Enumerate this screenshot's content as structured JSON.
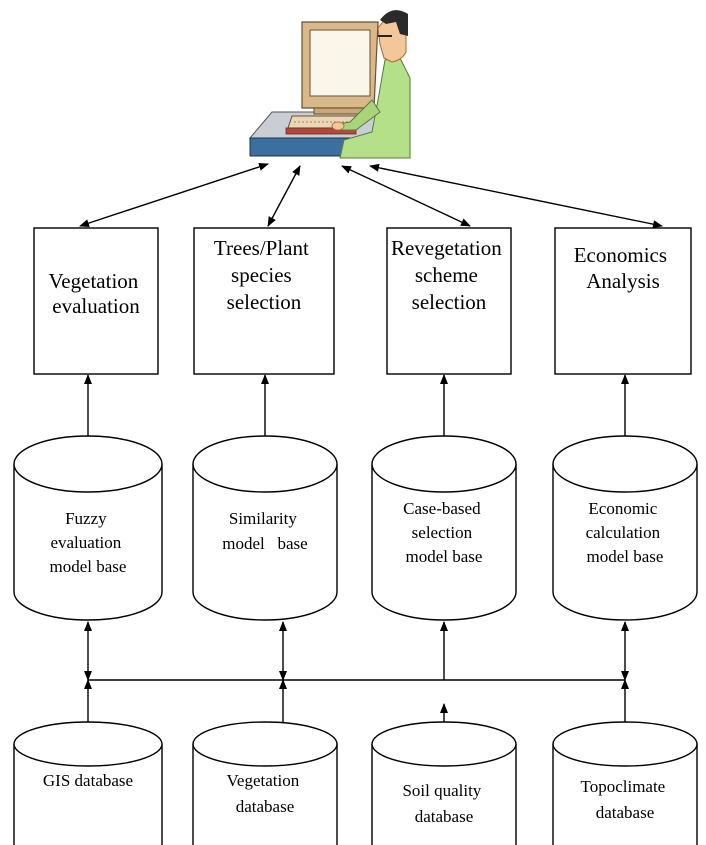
{
  "modules": [
    {
      "lines": [
        "Vegetation",
        "evaluation"
      ]
    },
    {
      "lines": [
        "Trees/Plant",
        "species",
        "selection"
      ]
    },
    {
      "lines": [
        "Revegetation",
        "scheme",
        "selection"
      ]
    },
    {
      "lines": [
        "Economics",
        "Analysis"
      ]
    }
  ],
  "model_bases": [
    {
      "lines": [
        "Fuzzy",
        "evaluation",
        "model base"
      ]
    },
    {
      "lines": [
        "Similarity",
        "model   base"
      ]
    },
    {
      "lines": [
        "Case-based",
        "selection",
        "model base"
      ]
    },
    {
      "lines": [
        "Economic",
        "calculation",
        "model base"
      ]
    }
  ],
  "databases": [
    {
      "lines": [
        "GIS database"
      ]
    },
    {
      "lines": [
        "Vegetation",
        "database"
      ]
    },
    {
      "lines": [
        "Soil quality",
        "database"
      ]
    },
    {
      "lines": [
        "Topoclimate",
        "database"
      ]
    }
  ],
  "colors": {
    "desk_top": "#c9cdd6",
    "desk_front": "#3a6fa0",
    "monitor_body": "#d9b98a",
    "monitor_screen": "#fbf6ea",
    "shirt": "#b5e08a",
    "skin": "#f4c79a",
    "hair": "#2a2a2a"
  },
  "icons": [
    "user-at-computer-icon"
  ]
}
